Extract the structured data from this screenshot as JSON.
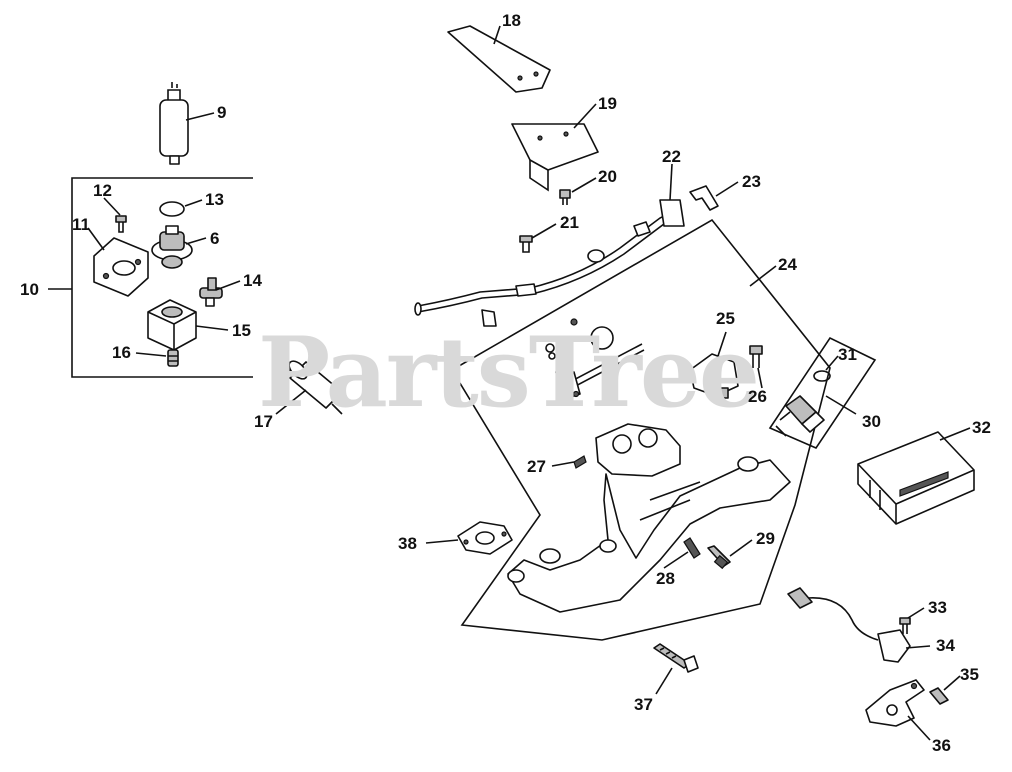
{
  "watermark": "PartsTree",
  "callouts": {
    "c6": "6",
    "c9": "9",
    "c10": "10",
    "c11": "11",
    "c12": "12",
    "c13": "13",
    "c14": "14",
    "c15": "15",
    "c16": "16",
    "c17": "17",
    "c18": "18",
    "c19": "19",
    "c20": "20",
    "c21": "21",
    "c22": "22",
    "c23": "23",
    "c24": "24",
    "c25": "25",
    "c26": "26",
    "c27": "27",
    "c28": "28",
    "c29": "29",
    "c30": "30",
    "c31": "31",
    "c32": "32",
    "c33": "33",
    "c34": "34",
    "c35": "35",
    "c36": "36",
    "c37": "37",
    "c38": "38"
  }
}
